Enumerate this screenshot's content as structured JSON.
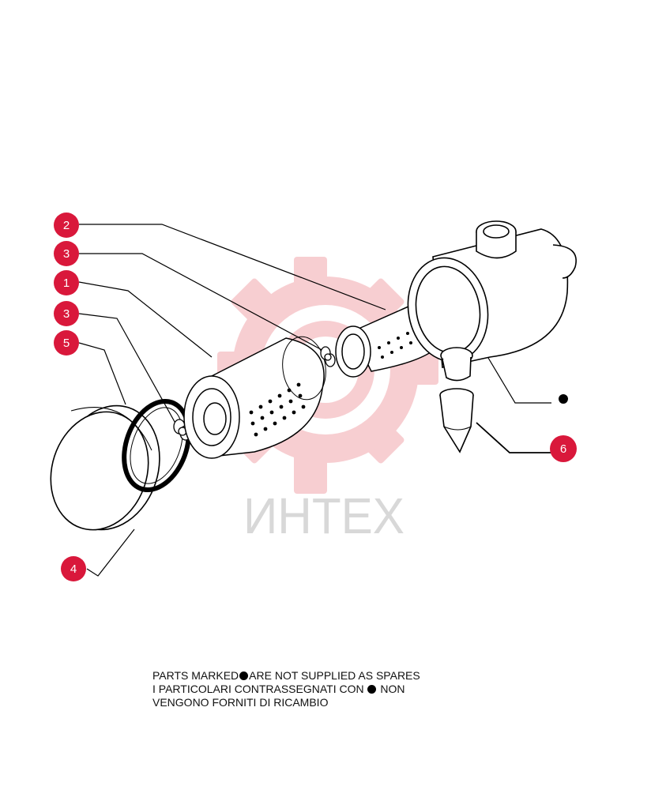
{
  "watermark": {
    "text": "ИНТЕХ",
    "color": "#f2a7ad"
  },
  "callouts": [
    {
      "id": "c2a",
      "label": "2"
    },
    {
      "id": "c3a",
      "label": "3"
    },
    {
      "id": "c1",
      "label": "1"
    },
    {
      "id": "c3b",
      "label": "3"
    },
    {
      "id": "c5",
      "label": "5"
    },
    {
      "id": "c6",
      "label": "6"
    },
    {
      "id": "c4",
      "label": "4"
    }
  ],
  "callout_color": "#d9183b",
  "notes": {
    "line1_a": "PARTS MARKED",
    "line1_b": "ARE NOT SUPPLIED AS SPARES",
    "line2_a": "I  PARTICOLARI  CONTRASSEGNATI  CON",
    "line2_b": "NON",
    "line3": "VENGONO FORNITI DI RICAMBIO"
  }
}
